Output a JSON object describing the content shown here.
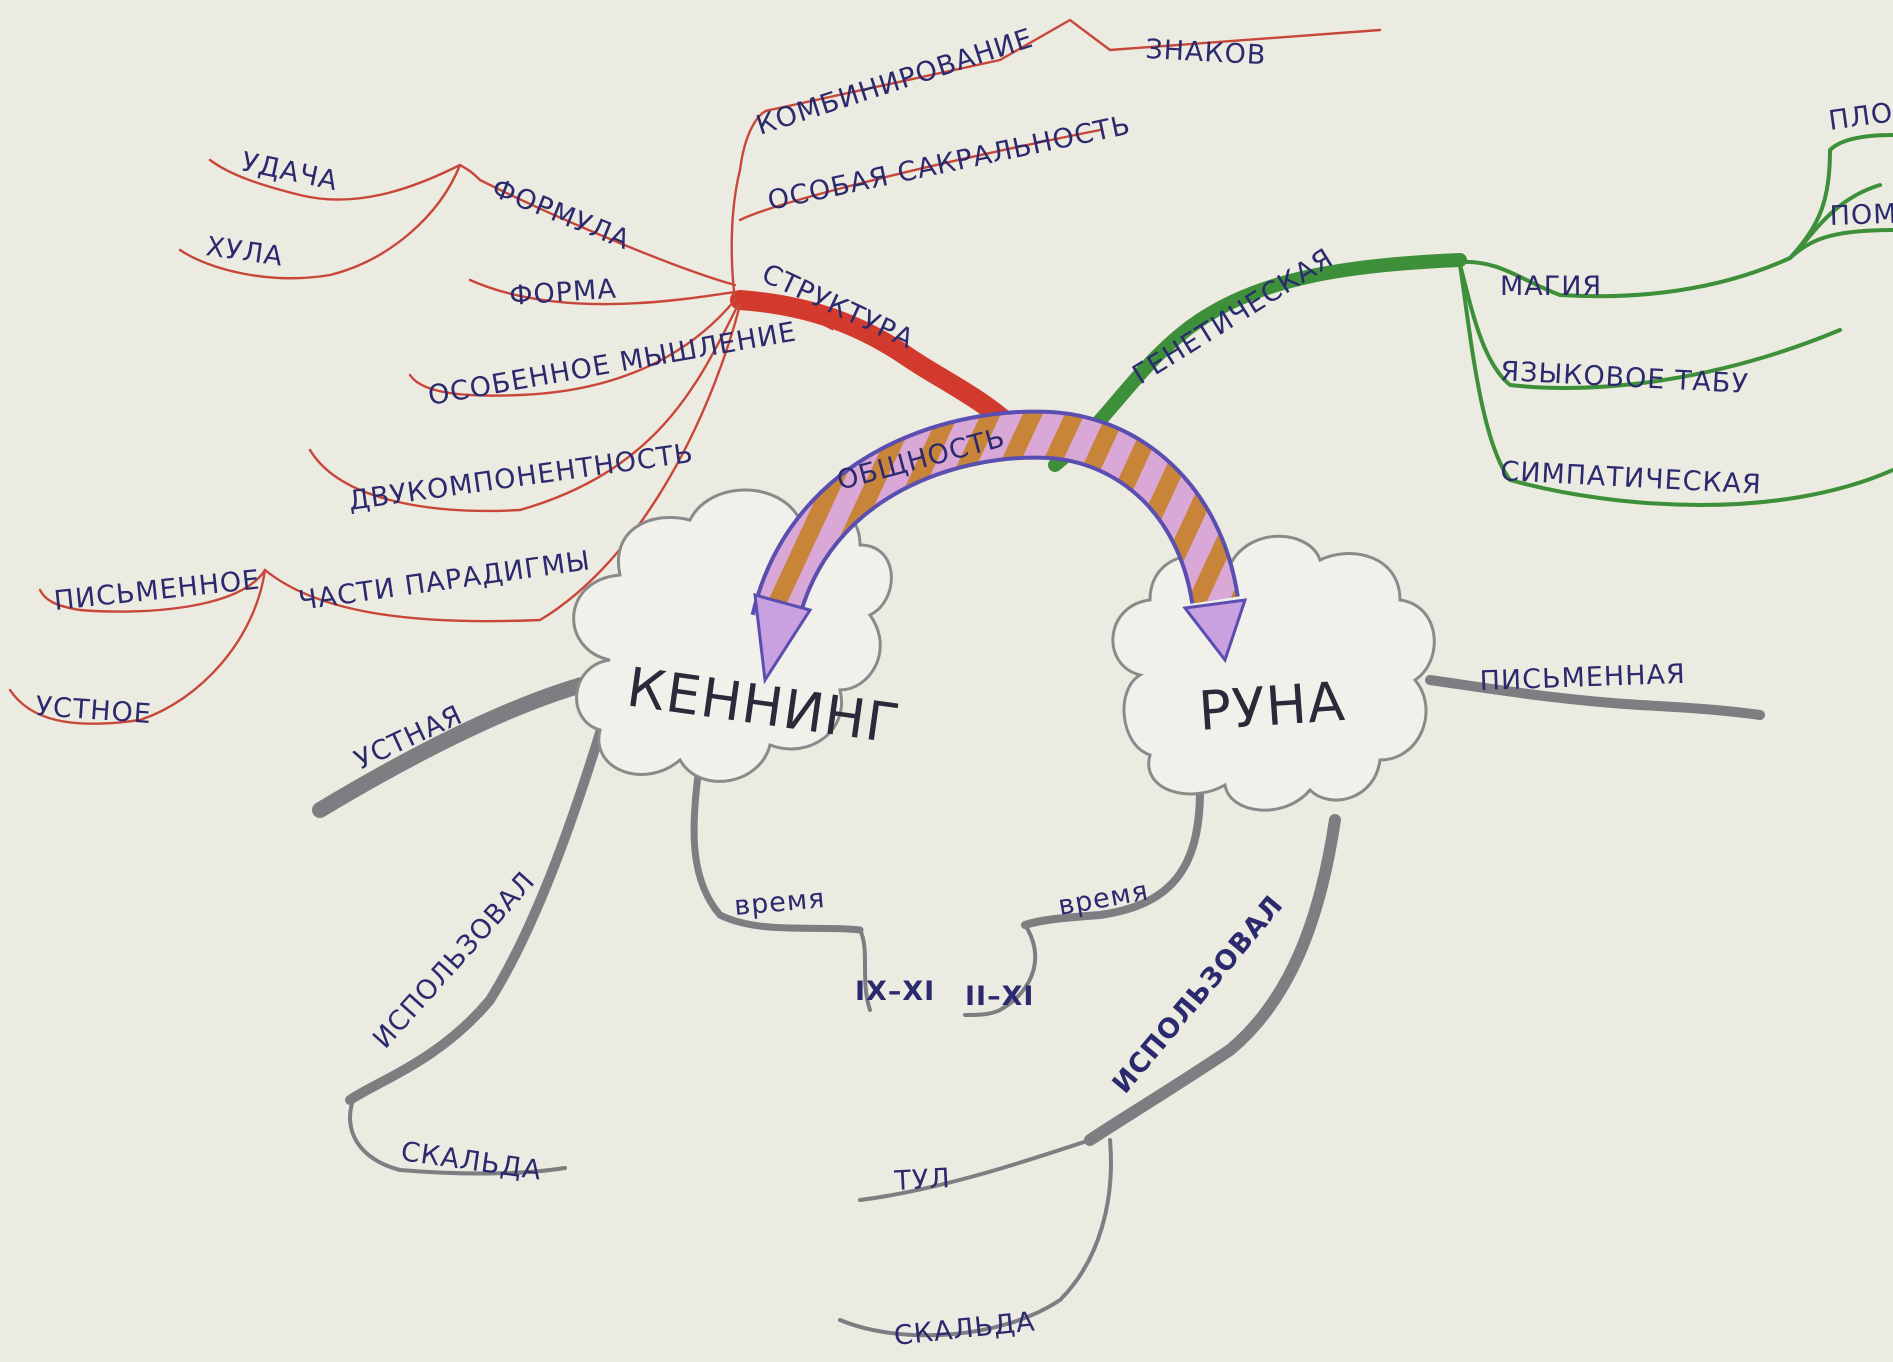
{
  "centers": {
    "kenning": "КЕННИНГ",
    "runa": "РУНА",
    "shared": "ОБЩНОСТЬ"
  },
  "structure_branch": {
    "label": "СТРУКТУРА",
    "color": "#d23a2e",
    "items": {
      "kombinirovanie": "КОМБИНИРОВАНИЕ",
      "znakov": "ЗНАКОВ",
      "sakralnost": "ОСОБАЯ САКРАЛЬНОСТЬ",
      "formula": "ФОРМУЛА",
      "udacha": "УДАЧА",
      "khula": "ХУЛА",
      "forma": "ФОРМА",
      "myshlenie": "ОСОБЕННОЕ МЫШЛЕНИЕ",
      "dvukomponentnost": "ДВУКОМПОНЕНТНОСТЬ",
      "chasti": "ЧАСТИ ПАРАДИГМЫ",
      "pismennoe": "ПИСЬМЕННОЕ",
      "ustnoe": "УСТНОЕ"
    }
  },
  "genetic_branch": {
    "label": "ГЕНЕТИЧЕСКАЯ",
    "color": "#3d8f3a",
    "items": {
      "magiya": "МАГИЯ",
      "tabu": "ЯЗЫКОВОЕ ТАБУ",
      "simpat": "СИМПАТИЧЕСКАЯ",
      "cut1": "ПЛОД",
      "cut2": "ПОМИ"
    }
  },
  "kenning_branch": {
    "color": "#7d7d82",
    "items": {
      "ustnaya": "УСТНАЯ",
      "vremya": "время",
      "period": "IX–XI",
      "ispolzovali": "ИСПОЛЬЗОВАЛ",
      "skalda": "СКАЛЬДА"
    }
  },
  "runa_branch": {
    "color": "#7d7d82",
    "items": {
      "pismennaya": "ПИСЬМЕННАЯ",
      "vremya": "время",
      "period": "II–XI",
      "ispolzovali": "ИСПОЛЬЗОВАЛ",
      "tul": "ТУЛ",
      "skalda": "СКАЛЬДА"
    }
  },
  "arrow_colors": {
    "stripe_a": "#c9883b",
    "stripe_b": "#d8a8d4",
    "edge": "#5a4fb0"
  }
}
